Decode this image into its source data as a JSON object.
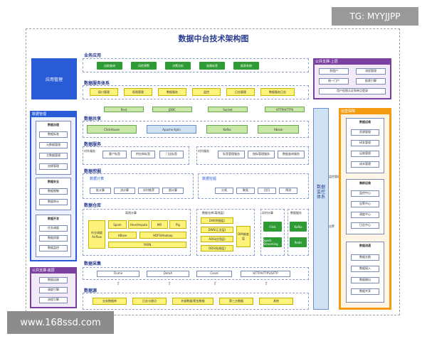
{
  "watermarks": {
    "top": "TG: MYYJJPP",
    "bottom": "www.168ssd.com"
  },
  "title": "数据中台技术架构图",
  "sections": {
    "business_apps": "业务应用",
    "data_services": "数据服务体系",
    "data_sharing": "数据共享",
    "data_services2": "数据服务",
    "data_mining": "数据挖掘",
    "data_compute": "数据计算",
    "data_exchange": "数据挖掘",
    "data_warehouse": "数据仓库",
    "data_collection": "数据采集",
    "data_source": "数据源"
  },
  "app_management": "应用管理",
  "business_apps": [
    "自助查询",
    "风险预警",
    "决策分析",
    "画像标签",
    "报表系统"
  ],
  "service_items": [
    "接口管理",
    "权限管理",
    "数据服务",
    "监控",
    "日志管理",
    "数据服务日志"
  ],
  "sharing_items": [
    "Rest",
    "JDBC",
    "Socket",
    "HTTP/HTTPS"
  ],
  "share_boxes": [
    "ClickHouse",
    "Apache Kylin",
    "Kafka",
    "Hbase"
  ],
  "service_left_label": "对外服务",
  "service_left_items": [
    "客户标签",
    "供应商标签",
    "门店标签"
  ],
  "service_right_label": "对内服务",
  "service_right_items": [
    "标签管理服务",
    "指标管理服务",
    "数据查询服务"
  ],
  "compute_items": [
    "批计算",
    "流计算",
    "实时推荐",
    "图计算"
  ],
  "explore_label": "数据挖掘",
  "explore_items": [
    "分类",
    "聚类",
    "回归",
    "预测"
  ],
  "warehouse": {
    "offline_label": "离线计算",
    "airflow": "作业调度 Airflow",
    "engines": [
      "Spark",
      "Hive/Impala",
      "MR",
      "Pig"
    ],
    "storage": [
      "HBase",
      "HDFS/Hadoop"
    ],
    "yarn": "YARN",
    "model_label": "数据仓库(离线层)",
    "layers": [
      "DW(明细层)",
      "DWS(汇总层)",
      "ADS(应用层)",
      "ODS(贴源层)"
    ],
    "dim": "DIM维度层",
    "realtime_label": "实时计算",
    "realtime_items": [
      "Flink",
      "Spark Streaming"
    ],
    "rt_store_label": "数据缓存",
    "rt_store_items": [
      "Kafka",
      "Redis"
    ]
  },
  "collection_items": [
    "Flume",
    "DataX",
    "Canal",
    "HTTP/HTTPS/SFTP"
  ],
  "source_items": [
    "业务数据库",
    "日志与埋点",
    "外部数据/爬虫数据",
    "第三方数据",
    "其他"
  ],
  "data_governance": {
    "head": "数据管理",
    "groups": [
      {
        "title": "数据治理",
        "items": [
          "数据标准",
          "元数据管理",
          "主数据管理",
          "血缘管理"
        ]
      },
      {
        "title": "数据安全",
        "items": [
          "数据脱敏",
          "数据审计"
        ]
      },
      {
        "title": "数据开发",
        "items": [
          "任务调度",
          "数据质量",
          "数据监控"
        ]
      }
    ]
  },
  "platform_left": {
    "head": "公共支撑-底层",
    "items": [
      "数据运维",
      "调度引擎",
      "流程引擎"
    ]
  },
  "platform_top_right": {
    "head": "公共支撑-上层",
    "items": [
      "多租户",
      "流程管理",
      "统一门户",
      "报表引擎",
      "用户权限认证和单点登录"
    ]
  },
  "monitor": {
    "label": "数据监控体系",
    "arrow1": "监控管理",
    "arrow2": "告警"
  },
  "ops": {
    "head": "运营保障",
    "groups": [
      {
        "title": "数据运维",
        "items": [
          "资源管理",
          "研发管理",
          "运维管理",
          "成本管理"
        ]
      },
      {
        "title": "集群运维",
        "items": [
          "监控中心",
          "告警中心",
          "调度中心",
          "日志中心"
        ]
      },
      {
        "title": "数据流通",
        "items": [
          "数据交换",
          "数据接入",
          "数据输出",
          "数据共享"
        ]
      }
    ]
  }
}
